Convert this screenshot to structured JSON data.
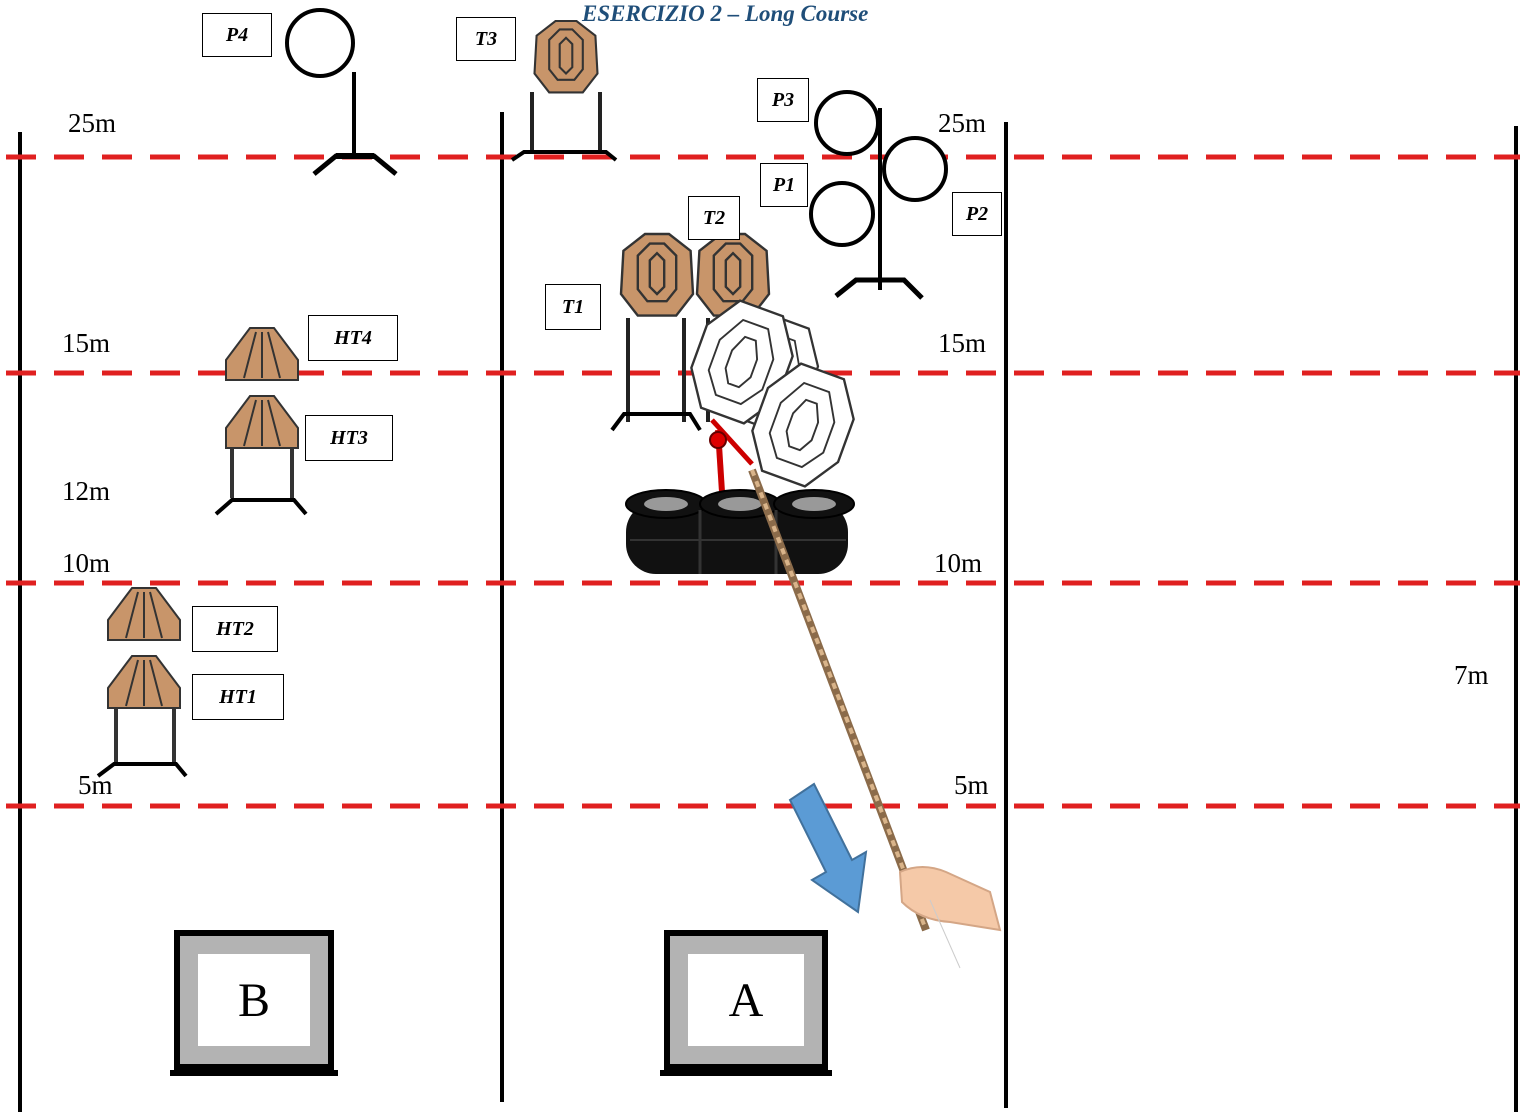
{
  "title": "ESERCIZIO 2 – Long Course",
  "distance_labels": {
    "left_25": "25m",
    "right_25": "25m",
    "left_15": "15m",
    "right_15": "15m",
    "left_12": "12m",
    "left_10": "10m",
    "right_10": "10m",
    "right_7": "7m",
    "left_5": "5m",
    "right_5": "5m"
  },
  "targets": {
    "p1": "P1",
    "p2": "P2",
    "p3": "P3",
    "p4": "P4",
    "t1": "T1",
    "t2": "T2",
    "t3": "T3",
    "ht1": "HT1",
    "ht2": "HT2",
    "ht3": "HT3",
    "ht4": "HT4"
  },
  "positions": {
    "a": "A",
    "b": "B"
  },
  "colors": {
    "line": "#e02020",
    "target": "#c8956a",
    "title": "#1f4e79",
    "arrow": "#5b9bd5"
  }
}
